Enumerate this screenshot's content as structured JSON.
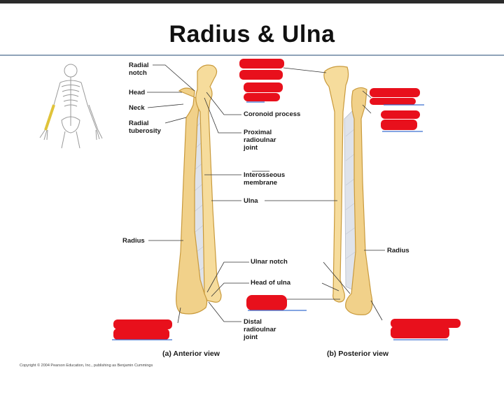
{
  "title": "Radius & Ulna",
  "labels": {
    "radial_notch": "Radial\nnotch",
    "head": "Head",
    "neck": "Neck",
    "radial_tuberosity": "Radial\ntuberosity",
    "coronoid_process": "Coronoid process",
    "proximal_radioulnar_joint": "Proximal\nradioulnar\njoint",
    "interosseous_membrane": "Interosseous\nmembrane",
    "ulna": "Ulna",
    "radius_anterior": "Radius",
    "radius_posterior": "Radius",
    "ulnar_notch": "Ulnar notch",
    "head_of_ulna": "Head of ulna",
    "distal_radioulnar_joint": "Distal\nradioulnar\njoint"
  },
  "views": {
    "anterior": "(a) Anterior view",
    "posterior": "(b) Posterior view"
  },
  "copyright": "Copyright © 2004 Pearson Education, Inc., publishing as Benjamin Cummings",
  "colors": {
    "bone": "#f1d18a",
    "bone_shadow": "#c99a3c",
    "membrane": "#dfe3ea",
    "redaction": "#e8101c",
    "underline": "#3b6fd1"
  }
}
